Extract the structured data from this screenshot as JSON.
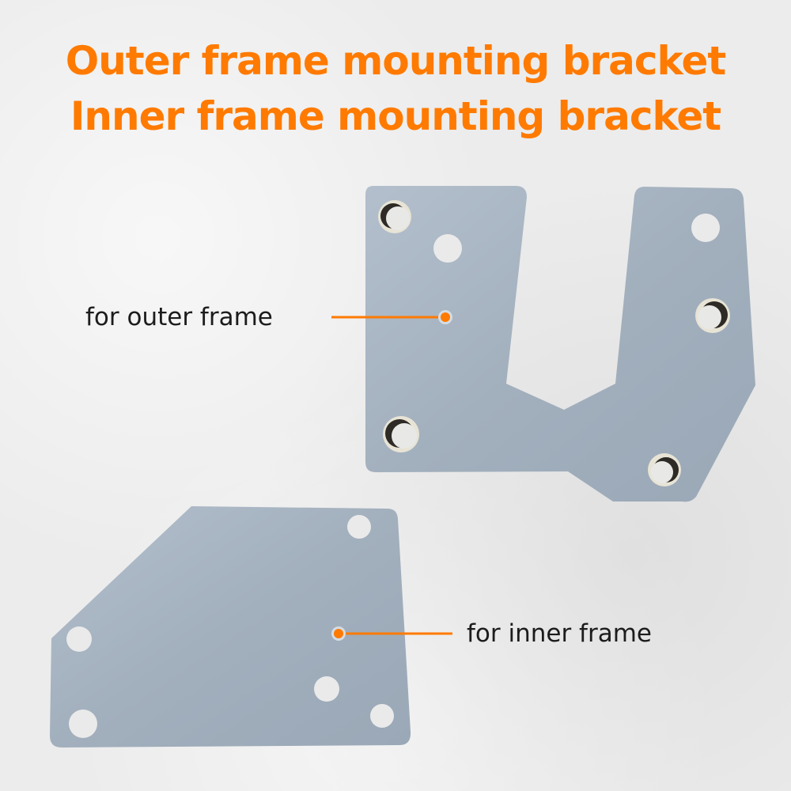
{
  "title": {
    "line1": "Outer frame mounting bracket",
    "line2": "Inner frame mounting bracket"
  },
  "callouts": {
    "outer": "for outer frame",
    "inner": "for inner frame"
  },
  "colors": {
    "accent": "#ff7a00",
    "plate": "#a9b6c4",
    "background": "#ececec",
    "label_text": "#1c1c1c"
  }
}
